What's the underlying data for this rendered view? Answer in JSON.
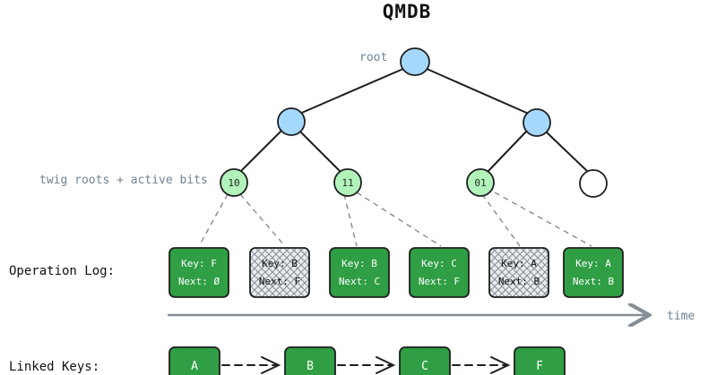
{
  "title": "QMDB",
  "annotations": {
    "root_label": "root",
    "twig_label": "twig roots + active bits"
  },
  "tree": {
    "twigs": [
      {
        "label": "10",
        "active": true
      },
      {
        "label": "11",
        "active": true
      },
      {
        "label": "01",
        "active": true
      },
      {
        "label": "",
        "active": false
      }
    ]
  },
  "operation_log": {
    "label": "Operation Log:",
    "entries": [
      {
        "key": "Key: F",
        "next": "Next: Ø",
        "state": "active"
      },
      {
        "key": "Key: B",
        "next": "Next: F",
        "state": "stale"
      },
      {
        "key": "Key: B",
        "next": "Next: C",
        "state": "active"
      },
      {
        "key": "Key: C",
        "next": "Next: F",
        "state": "active"
      },
      {
        "key": "Key: A",
        "next": "Next: B",
        "state": "stale"
      },
      {
        "key": "Key: A",
        "next": "Next: B",
        "state": "active"
      }
    ]
  },
  "timeline": {
    "label": "time"
  },
  "linked_keys": {
    "label": "Linked Keys:",
    "keys": [
      "A",
      "B",
      "C",
      "F"
    ]
  },
  "colors": {
    "green_box": "#2f9e44",
    "twig_fill": "#b2f2bb",
    "inner_node_fill": "#a5d8ff",
    "stale_fill": "#ced4da",
    "line": "#1e1e1e",
    "dash": "#8a8a8a"
  }
}
